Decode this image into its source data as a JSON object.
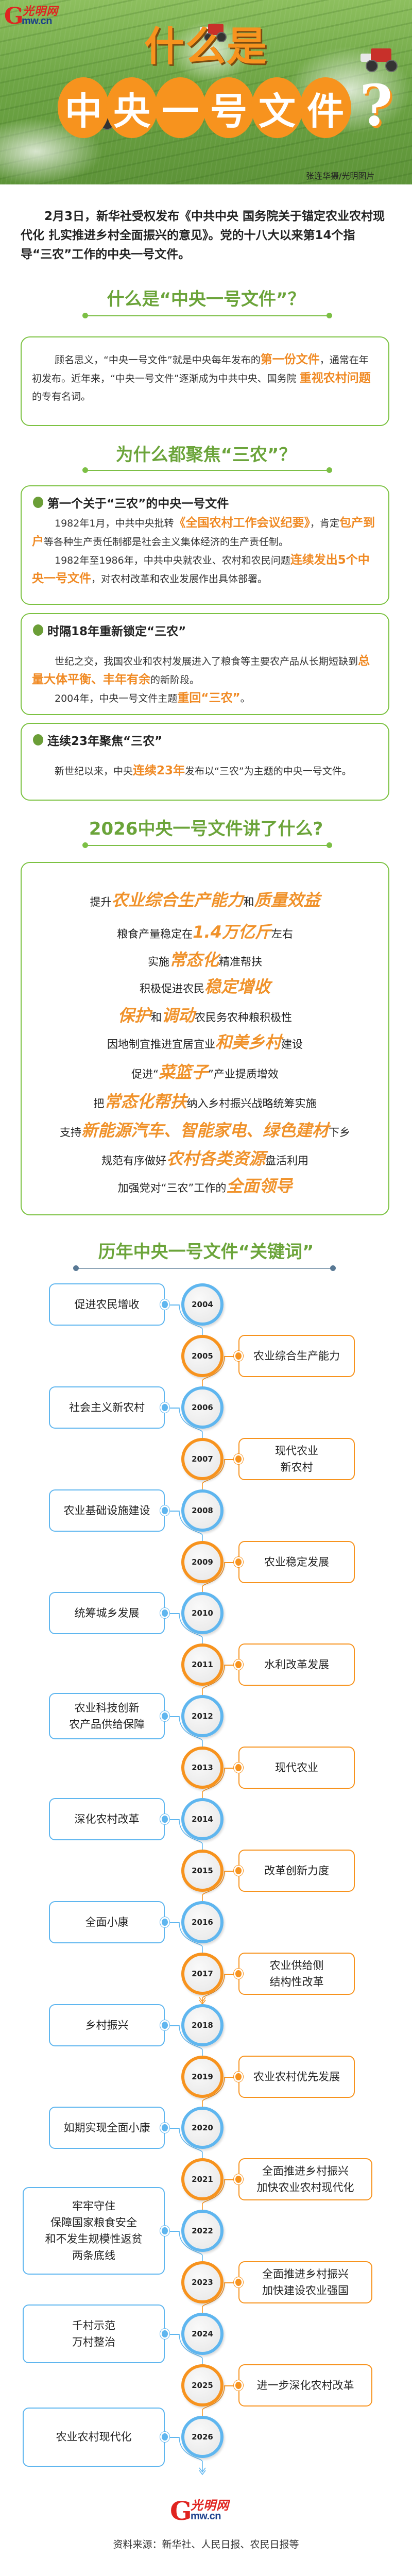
{
  "hero": {
    "logo": {
      "letter": "G",
      "name": "光明网",
      "domain": "mw.cn"
    },
    "title_line1": "什么是",
    "title_chars": [
      "中",
      "央",
      "一",
      "号",
      "文",
      "件"
    ],
    "question_mark": "?",
    "photo_credit": "张连华摄/光明图片"
  },
  "intro": "2月3日，新华社受权发布《中共中央 国务院关于锚定农业农村现代化 扎实推进乡村全面振兴的意见》。党的十八大以来第14个指导“三农”工作的中央一号文件。",
  "section1": {
    "title": "什么是“中央一号文件”？",
    "paragraph": [
      {
        "t": "顾名思义，“中央一号文件”就是中央每年发布的"
      },
      {
        "t": "第一份文件",
        "hl": true
      },
      {
        "t": "，通常在年初发布。近年来，“中央一号文件”逐渐成为中共中央、国务院 "
      },
      {
        "t": "重视农村问题",
        "hl": true
      },
      {
        "t": " 的专有名词。"
      }
    ]
  },
  "section2": {
    "title": "为什么都聚焦“三农”？",
    "cards": [
      {
        "heading": "第一个关于“三农”的中央一号文件",
        "paragraphs": [
          [
            {
              "t": "1982年1月，中共中央批转"
            },
            {
              "t": "《全国农村工作会议纪要》",
              "hl": true
            },
            {
              "t": "，肯定"
            },
            {
              "t": "包产到户",
              "hl": true
            },
            {
              "t": "等各种生产责任制都是社会主义集体经济的生产责任制。"
            }
          ],
          [
            {
              "t": "1982年至1986年，中共中央就农业、农村和农民问题"
            },
            {
              "t": "连续发出5个中央一号文件",
              "hl": true
            },
            {
              "t": "，对农村改革和农业发展作出具体部署。"
            }
          ]
        ]
      },
      {
        "heading": "时隔18年重新锁定“三农”",
        "paragraphs": [
          [
            {
              "t": "世纪之交，我国农业和农村发展进入了粮食等主要农产品从长期短缺到"
            },
            {
              "t": "总量大体平衡、丰年有余",
              "hl": true
            },
            {
              "t": "的新阶段。"
            }
          ],
          [
            {
              "t": "2004年，中央一号文件主题"
            },
            {
              "t": "重回“三农”",
              "hl": true
            },
            {
              "t": "。"
            }
          ]
        ]
      },
      {
        "heading": "连续23年聚焦“三农”",
        "paragraphs": [
          [
            {
              "t": "新世纪以来，中央"
            },
            {
              "t": "连续23年",
              "hl": true
            },
            {
              "t": "发布以“三农”为主题的中央一号文件。"
            }
          ]
        ]
      }
    ]
  },
  "section3": {
    "title": "2026中央一号文件讲了什么?",
    "lines": [
      [
        {
          "t": "提升"
        },
        {
          "t": "农业综合生产能力",
          "hl": true
        },
        {
          "t": "和"
        },
        {
          "t": "质量效益",
          "hl": true
        }
      ],
      [
        {
          "t": "粮食产量稳定在"
        },
        {
          "t": "1.4万亿斤",
          "hl": true
        },
        {
          "t": "左右"
        }
      ],
      [
        {
          "t": "实施"
        },
        {
          "t": "常态化",
          "hl": true
        },
        {
          "t": "精准帮扶"
        }
      ],
      [
        {
          "t": "积极促进农民"
        },
        {
          "t": "稳定增收",
          "hl": true
        }
      ],
      [
        {
          "t": "保护",
          "hl": true
        },
        {
          "t": "和"
        },
        {
          "t": "调动",
          "hl": true
        },
        {
          "t": "农民务农种粮积极性"
        }
      ],
      [
        {
          "t": "因地制宜推进宜居宜业"
        },
        {
          "t": "和美乡村",
          "hl": true
        },
        {
          "t": "建设"
        }
      ],
      [
        {
          "t": "促进“"
        },
        {
          "t": "菜篮子",
          "hl": true
        },
        {
          "t": "”产业提质增效"
        }
      ],
      [
        {
          "t": "把"
        },
        {
          "t": "常态化帮扶",
          "hl": true
        },
        {
          "t": "纳入乡村振兴战略统筹实施"
        }
      ],
      [
        {
          "t": "支持"
        },
        {
          "t": "新能源汽车、智能家电、绿色建材",
          "hl": true
        },
        {
          "t": "下乡"
        }
      ],
      [
        {
          "t": "规范有序做好"
        },
        {
          "t": "农村各类资源",
          "hl": true
        },
        {
          "t": "盘活利用"
        }
      ],
      [
        {
          "t": "加强党对“三农”工作的"
        },
        {
          "t": "全面领导",
          "hl": true
        }
      ]
    ]
  },
  "section4": {
    "title": "历年中央一号文件“关键词”",
    "timeline": [
      {
        "year": "2004",
        "side": "left",
        "lines": [
          "促进农民增收"
        ]
      },
      {
        "year": "2005",
        "side": "right",
        "lines": [
          "农业综合生产能力"
        ]
      },
      {
        "year": "2006",
        "side": "left",
        "lines": [
          "社会主义新农村"
        ]
      },
      {
        "year": "2007",
        "side": "right",
        "lines": [
          "现代农业",
          "新农村"
        ]
      },
      {
        "year": "2008",
        "side": "left",
        "lines": [
          "农业基础设施建设"
        ]
      },
      {
        "year": "2009",
        "side": "right",
        "lines": [
          "农业稳定发展"
        ]
      },
      {
        "year": "2010",
        "side": "left",
        "lines": [
          "统筹城乡发展"
        ]
      },
      {
        "year": "2011",
        "side": "right",
        "lines": [
          "水利改革发展"
        ]
      },
      {
        "year": "2012",
        "side": "left",
        "lines": [
          "农业科技创新",
          "农产品供给保障"
        ]
      },
      {
        "year": "2013",
        "side": "right",
        "lines": [
          "现代农业"
        ]
      },
      {
        "year": "2014",
        "side": "left",
        "lines": [
          "深化农村改革"
        ]
      },
      {
        "year": "2015",
        "side": "right",
        "lines": [
          "改革创新力度"
        ]
      },
      {
        "year": "2016",
        "side": "left",
        "lines": [
          "全面小康"
        ]
      },
      {
        "year": "2017",
        "side": "right",
        "lines": [
          "农业供给侧",
          "结构性改革"
        ]
      },
      {
        "year": "2018",
        "side": "left",
        "lines": [
          "乡村振兴"
        ]
      },
      {
        "year": "2019",
        "side": "right",
        "lines": [
          "农业农村优先发展"
        ]
      },
      {
        "year": "2020",
        "side": "left",
        "lines": [
          "如期实现全面小康"
        ]
      },
      {
        "year": "2021",
        "side": "right",
        "lines": [
          "全面推进乡村振兴",
          "加快农业农村现代化"
        ]
      },
      {
        "year": "2022",
        "side": "left",
        "lines": [
          "牢牢守住",
          "保障国家粮食安全",
          "和不发生规模性返贫",
          "两条底线"
        ]
      },
      {
        "year": "2023",
        "side": "right",
        "lines": [
          "全面推进乡村振兴",
          "加快建设农业强国"
        ]
      },
      {
        "year": "2024",
        "side": "left",
        "lines": [
          "千村示范",
          "万村整治"
        ]
      },
      {
        "year": "2025",
        "side": "right",
        "lines": [
          "进一步深化农村改革"
        ]
      },
      {
        "year": "2026",
        "side": "left",
        "lines": [
          "农业农村现代化"
        ]
      }
    ]
  },
  "footer": {
    "logo": {
      "letter": "G",
      "name": "光明网",
      "domain": "mw.cn"
    },
    "source": "资料来源：新华社、人民日报、农民日报等"
  },
  "colors": {
    "green": "#6ba43a",
    "border_green": "#7cc242",
    "orange": "#f7931e",
    "blue": "#5fb6ef"
  }
}
